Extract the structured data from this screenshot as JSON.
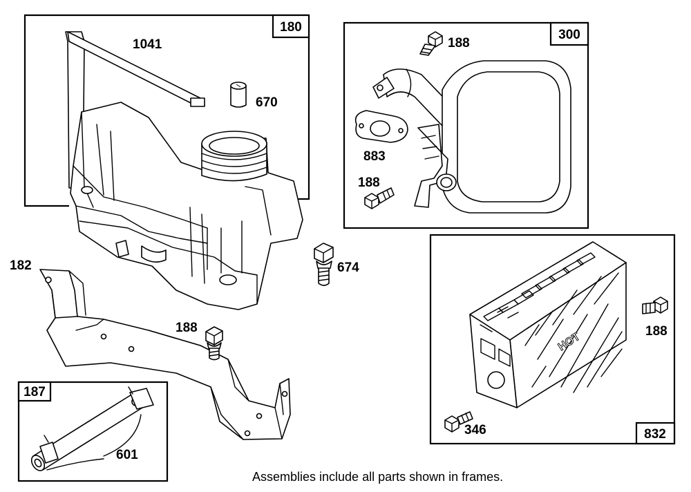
{
  "frames": {
    "fuel_tank": {
      "number": "180"
    },
    "muffler": {
      "number": "300"
    },
    "guard": {
      "number": "832"
    },
    "fuel_line": {
      "number": "187"
    }
  },
  "callouts": {
    "bracket_rod": "1041",
    "bushing": "670",
    "screw_muffler_top": "188",
    "gasket": "883",
    "screw_muffler_bottom": "188",
    "bracket": "182",
    "screw_tank": "674",
    "screw_bracket": "188",
    "screw_guard_right": "188",
    "screw_guard_left": "346",
    "clamp": "601"
  },
  "guard_text": "HOT",
  "footnote": "Assemblies include all parts shown in frames."
}
